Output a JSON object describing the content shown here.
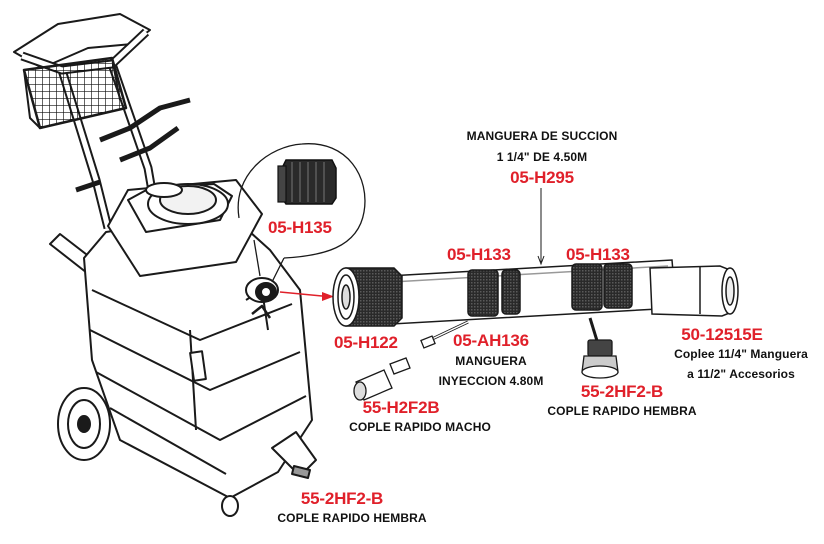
{
  "colors": {
    "code": "#e0202a",
    "text": "#111111",
    "line": "#1a1a1a"
  },
  "parts": {
    "manguera_succion": {
      "title_line1": "MANGUERA DE SUCCION",
      "title_line2": "1 1/4\" DE 4.50M",
      "code": "05-H295"
    },
    "h135": {
      "code": "05-H135"
    },
    "h133_left": {
      "code": "05-H133"
    },
    "h133_right": {
      "code": "05-H133"
    },
    "h122": {
      "code": "05-H122"
    },
    "ah136": {
      "code": "05-AH136",
      "desc_line1": "MANGUERA",
      "desc_line2": "INYECCION 4.80M"
    },
    "coplee": {
      "code": "50-12515E",
      "desc_line1": "Coplee 11/4\" Manguera",
      "desc_line2": "a 11/2\" Accesorios"
    },
    "h2f2b": {
      "code": "55-H2F2B",
      "desc": "COPLE RAPIDO MACHO"
    },
    "hf2b_right": {
      "code": "55-2HF2-B",
      "desc": "COPLE RAPIDO HEMBRA"
    },
    "hf2b_bottom": {
      "code": "55-2HF2-B",
      "desc": "COPLE RAPIDO HEMBRA"
    }
  }
}
